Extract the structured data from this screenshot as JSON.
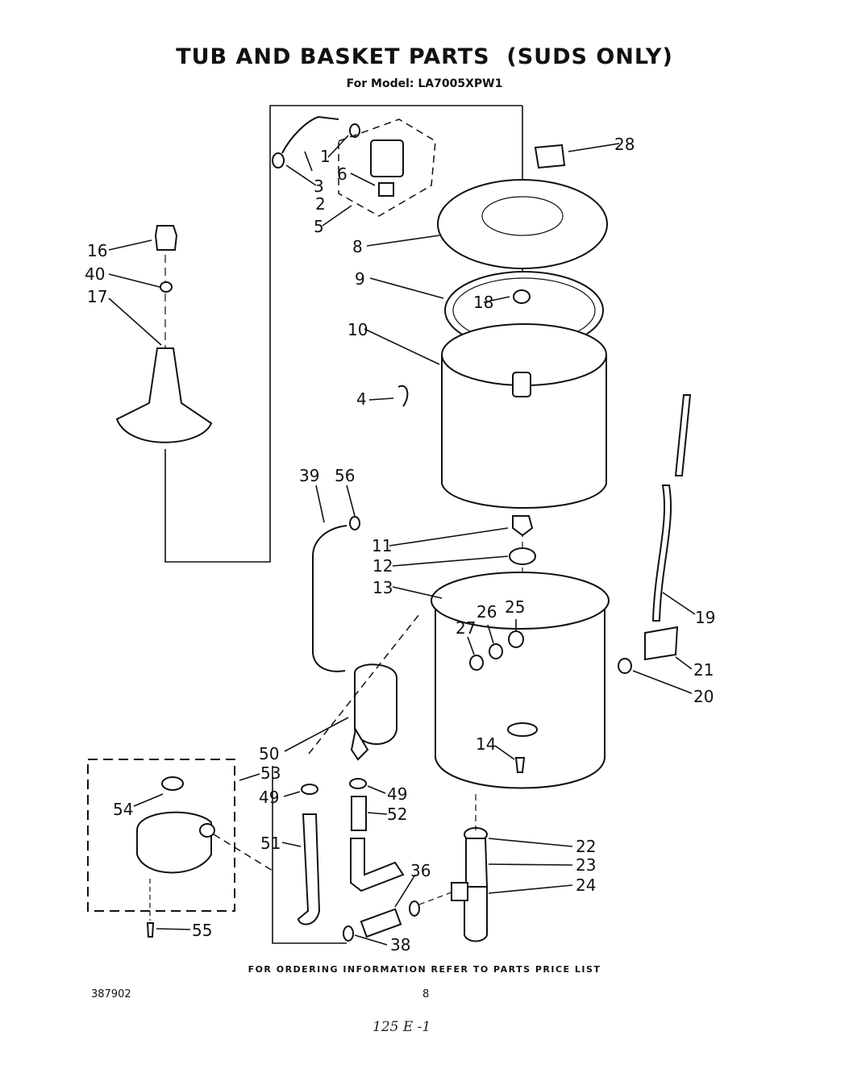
{
  "header": {
    "title": "TUB AND BASKET PARTS",
    "title_suffix": "(SUDS ONLY)",
    "model_line": "For Model: LA7005XPW1"
  },
  "footer": {
    "ordering_note": "FOR ORDERING INFORMATION REFER TO PARTS PRICE LIST",
    "document_number": "387902",
    "page_number": "8",
    "handwritten_note": "125 E -1"
  },
  "callouts": {
    "c1": "1",
    "c2": "2",
    "c3": "3",
    "c4": "4",
    "c5": "5",
    "c6": "6",
    "c8": "8",
    "c9": "9",
    "c10": "10",
    "c11": "11",
    "c12": "12",
    "c13": "13",
    "c14": "14",
    "c16": "16",
    "c17": "17",
    "c18": "18",
    "c19": "19",
    "c20": "20",
    "c21": "21",
    "c22": "22",
    "c23": "23",
    "c24": "24",
    "c25": "25",
    "c26": "26",
    "c27": "27",
    "c28": "28",
    "c36": "36",
    "c38": "38",
    "c39": "39",
    "c40": "40",
    "c49a": "49",
    "c49b": "49",
    "c50": "50",
    "c51": "51",
    "c52": "52",
    "c53": "53",
    "c54": "54",
    "c55": "55",
    "c56": "56"
  }
}
